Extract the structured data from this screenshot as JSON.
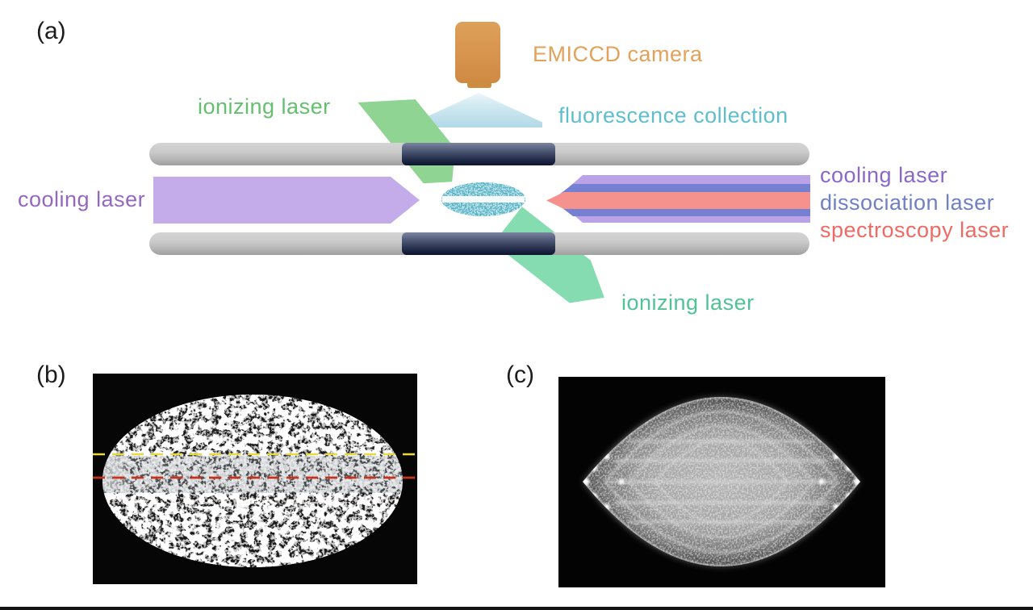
{
  "figure": {
    "panels": {
      "a": {
        "label": "(a)",
        "camera_label": "EMICCD camera",
        "fluorescence_label": "fluorescence collection",
        "ionizing_top_label": "ionizing laser",
        "ionizing_bottom_label": "ionizing laser",
        "cooling_left_label": "cooling laser",
        "right_beams": [
          {
            "label": "cooling laser",
            "color": "#8a68c6"
          },
          {
            "label": "dissociation laser",
            "color": "#6f80c4"
          },
          {
            "label": "spectroscopy laser",
            "color": "#ee6a62"
          }
        ]
      },
      "b": {
        "label": "(b)",
        "description": "experimental ion-crystal fluorescence image with overlay lines",
        "overlay_lines": [
          {
            "name": "yellow-dashed-line",
            "color": "#e8d944"
          },
          {
            "name": "red-dashed-line",
            "color": "#c8311f"
          }
        ]
      },
      "c": {
        "label": "(c)",
        "description": "experimental ion-crystal shell-structure image"
      }
    },
    "colors": {
      "camera_orange": "#d89a52",
      "camera_text": "#e2a25a",
      "fluorescence_teal_text": "#5fbdcf",
      "lens_blue": "#b2d8e7",
      "ionizing_beam_top_green": "#8fd492",
      "ionizing_beam_bottom_green": "#85dcb0",
      "ionizing_text_top": "#64bf6e",
      "ionizing_text_bottom": "#50c295",
      "cooling_beam_purple": "#c4abe9",
      "cooling_text_left": "#9468c0",
      "dissociation_beam_blue": "#7680d2",
      "spectroscopy_beam_salmon": "#f6928e",
      "electrode_gray": "#c5c5c5",
      "electrode_dark_navy": "#2a3450",
      "ion_cloud_blue": "#c3e5ef"
    }
  }
}
